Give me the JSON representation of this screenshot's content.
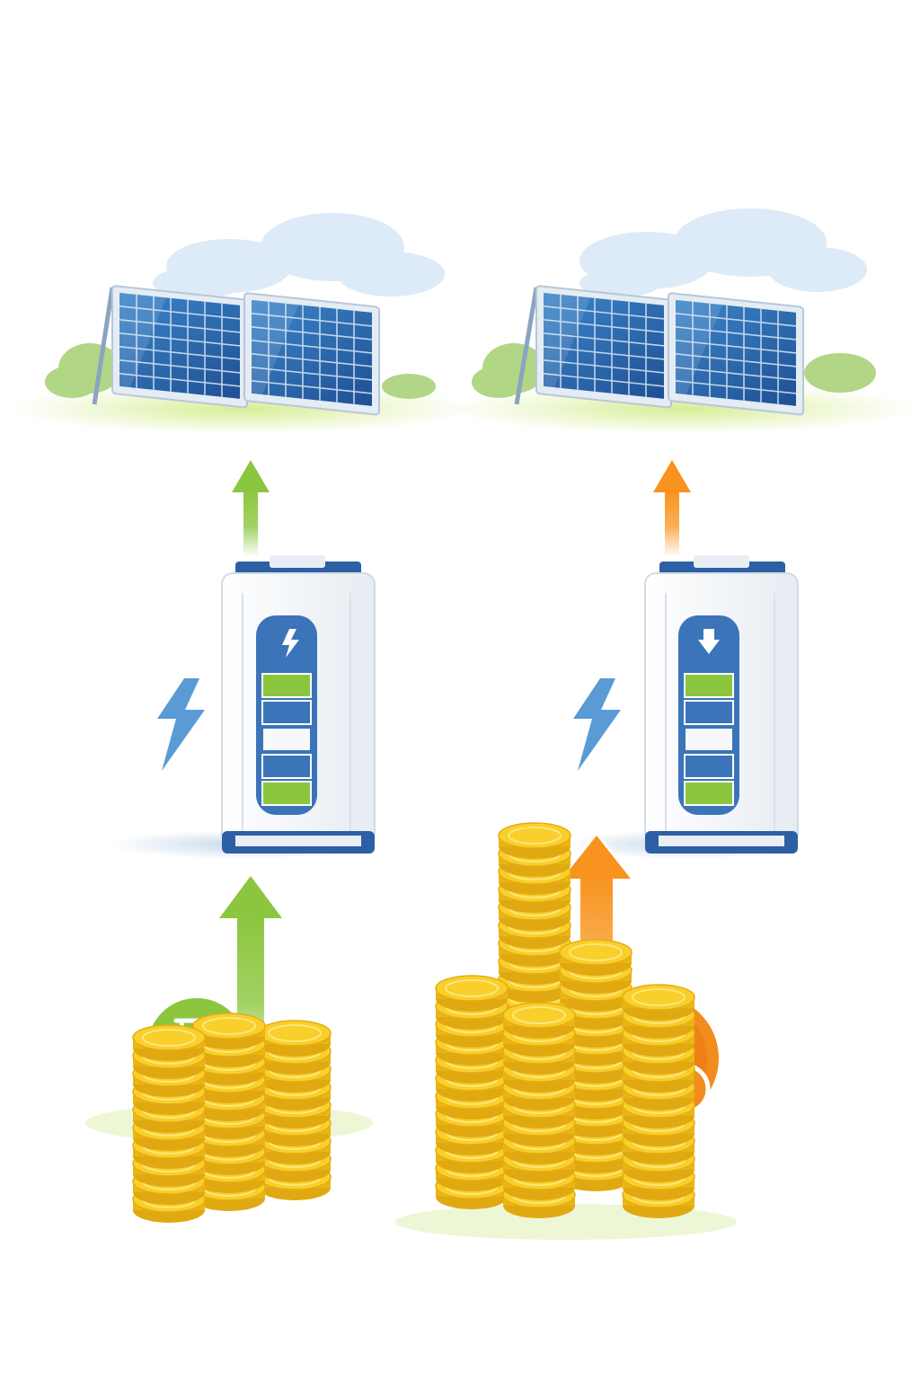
{
  "colors": {
    "background": "#ffffff",
    "panel_blue": "#2f6db5",
    "panel_frame": "#dfe8f2",
    "sky_cloud": "#cfe3f4",
    "grass": "#cfe88a",
    "bush": "#a9d27a",
    "battery_body": "#f4f7fa",
    "battery_trim": "#2d5fa5",
    "cell_green": "#8cc63f",
    "cell_blue": "#3b74b8",
    "arrow_green": "#8cc63f",
    "arrow_orange": "#f7a23a",
    "lightning": "#5b9bd5",
    "coin_gold": "#f5c518",
    "coin_edge": "#e0a912",
    "badge_green": "#8cc63f",
    "badge_orange": "#f28c1c"
  },
  "scenes": [
    {
      "id": "left",
      "flow_color": "green",
      "battery_icon": "lightning-bolt-icon",
      "badge_icon": "hourglass-icon",
      "battery_cells": [
        "green",
        "blue",
        "white",
        "blue",
        "green"
      ]
    },
    {
      "id": "right",
      "flow_color": "orange",
      "battery_icon": "download-arrow-icon",
      "badge_icon": "calendar-clock-icon",
      "battery_cells": [
        "green",
        "blue",
        "white",
        "blue",
        "green"
      ]
    }
  ]
}
